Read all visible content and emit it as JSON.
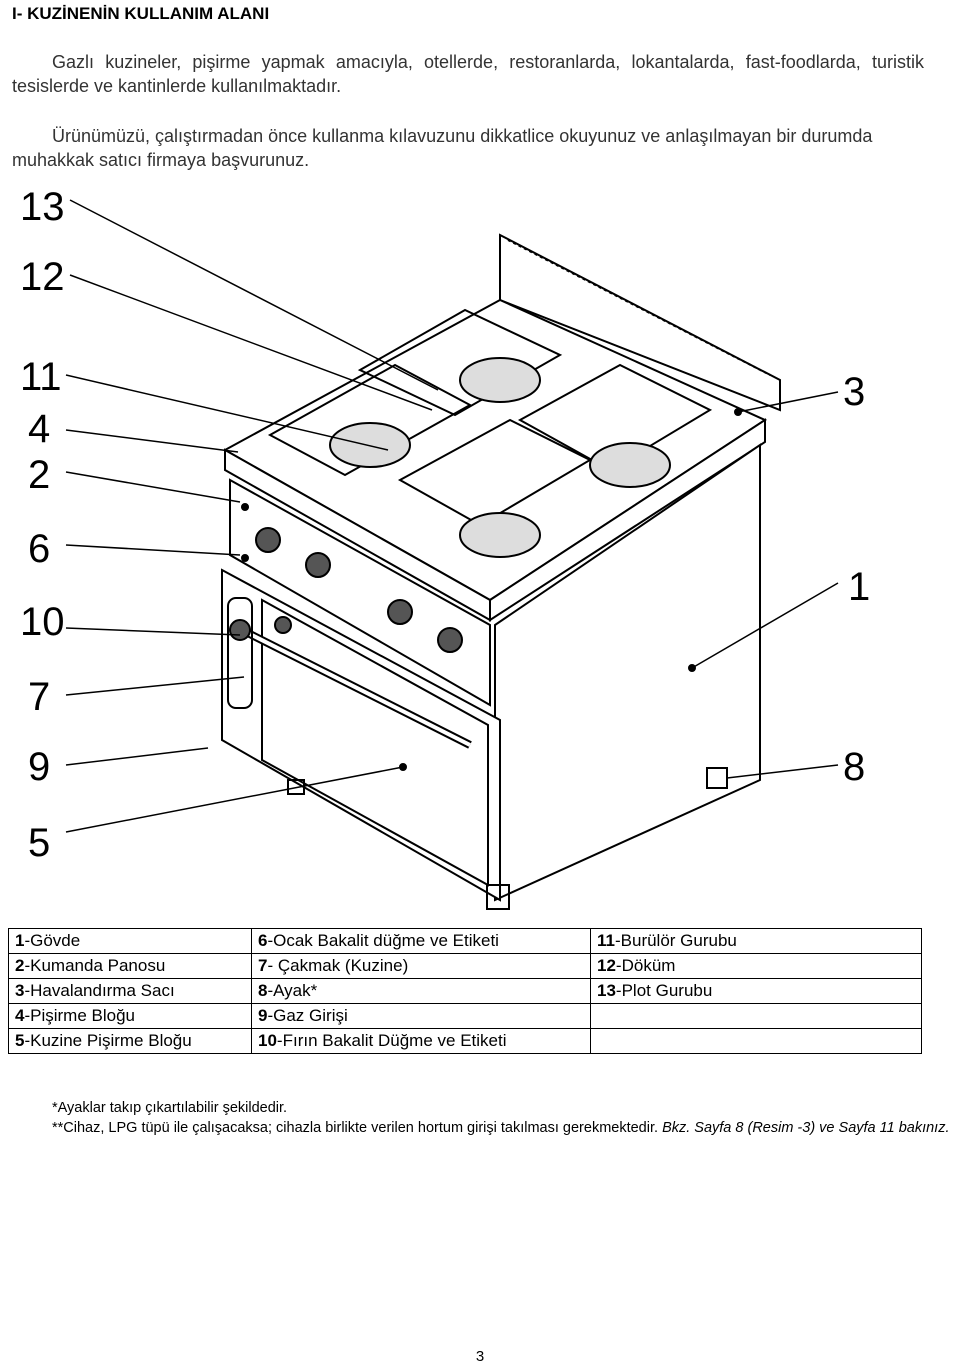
{
  "section_title": "I- KUZİNENİN KULLANIM ALANI",
  "paragraphs": [
    "Gazlı kuzineler, pişirme yapmak amacıyla, otellerde, restoranlarda, lokantalarda, fast-foodlarda, turistik tesislerde ve kantinlerde kullanılmaktadır.",
    "Ürünümüzü, çalıştırmadan önce kullanma kılavuzunu dikkatlice okuyunuz ve anlaşılmayan bir durumda muhakkak satıcı firmaya başvurunuz."
  ],
  "callouts": {
    "left": [
      "13",
      "12",
      "11",
      "4",
      "2",
      "6",
      "10",
      "7",
      "9",
      "5"
    ],
    "right": [
      "3",
      "1",
      "8"
    ]
  },
  "legend": [
    [
      {
        "num": "1",
        "text": "-Gövde"
      },
      {
        "num": "6",
        "text": "-Ocak Bakalit düğme ve Etiketi"
      },
      {
        "num": "11",
        "text": "-Burülör Gurubu"
      }
    ],
    [
      {
        "num": "2",
        "text": "-Kumanda Panosu"
      },
      {
        "num": "7",
        "text": "- Çakmak (Kuzine)"
      },
      {
        "num": "12",
        "text": "-Döküm"
      }
    ],
    [
      {
        "num": "3",
        "text": "-Havalandırma Sacı"
      },
      {
        "num": "8",
        "text": "-Ayak*"
      },
      {
        "num": "13",
        "text": "-Plot Gurubu"
      }
    ],
    [
      {
        "num": "4",
        "text": "-Pişirme Bloğu"
      },
      {
        "num": "9",
        "text": "-Gaz Girişi"
      },
      {
        "num": "",
        "text": ""
      }
    ],
    [
      {
        "num": "5",
        "text": "-Kuzine Pişirme Bloğu"
      },
      {
        "num": "10",
        "text": "-Fırın Bakalit Düğme ve Etiketi"
      },
      {
        "num": "",
        "text": ""
      }
    ]
  ],
  "notes": {
    "note1": "*Ayaklar takıp çıkartılabilir şekildedir.",
    "note2_normal": "**Cihaz, LPG tüpü ile çalışacaksa; cihazla birlikte verilen hortum girişi takılması gerekmektedir. ",
    "note2_italic": "Bkz. Sayfa 8 (Resim -3) ve Sayfa 11 bakınız."
  },
  "page_number": "3"
}
